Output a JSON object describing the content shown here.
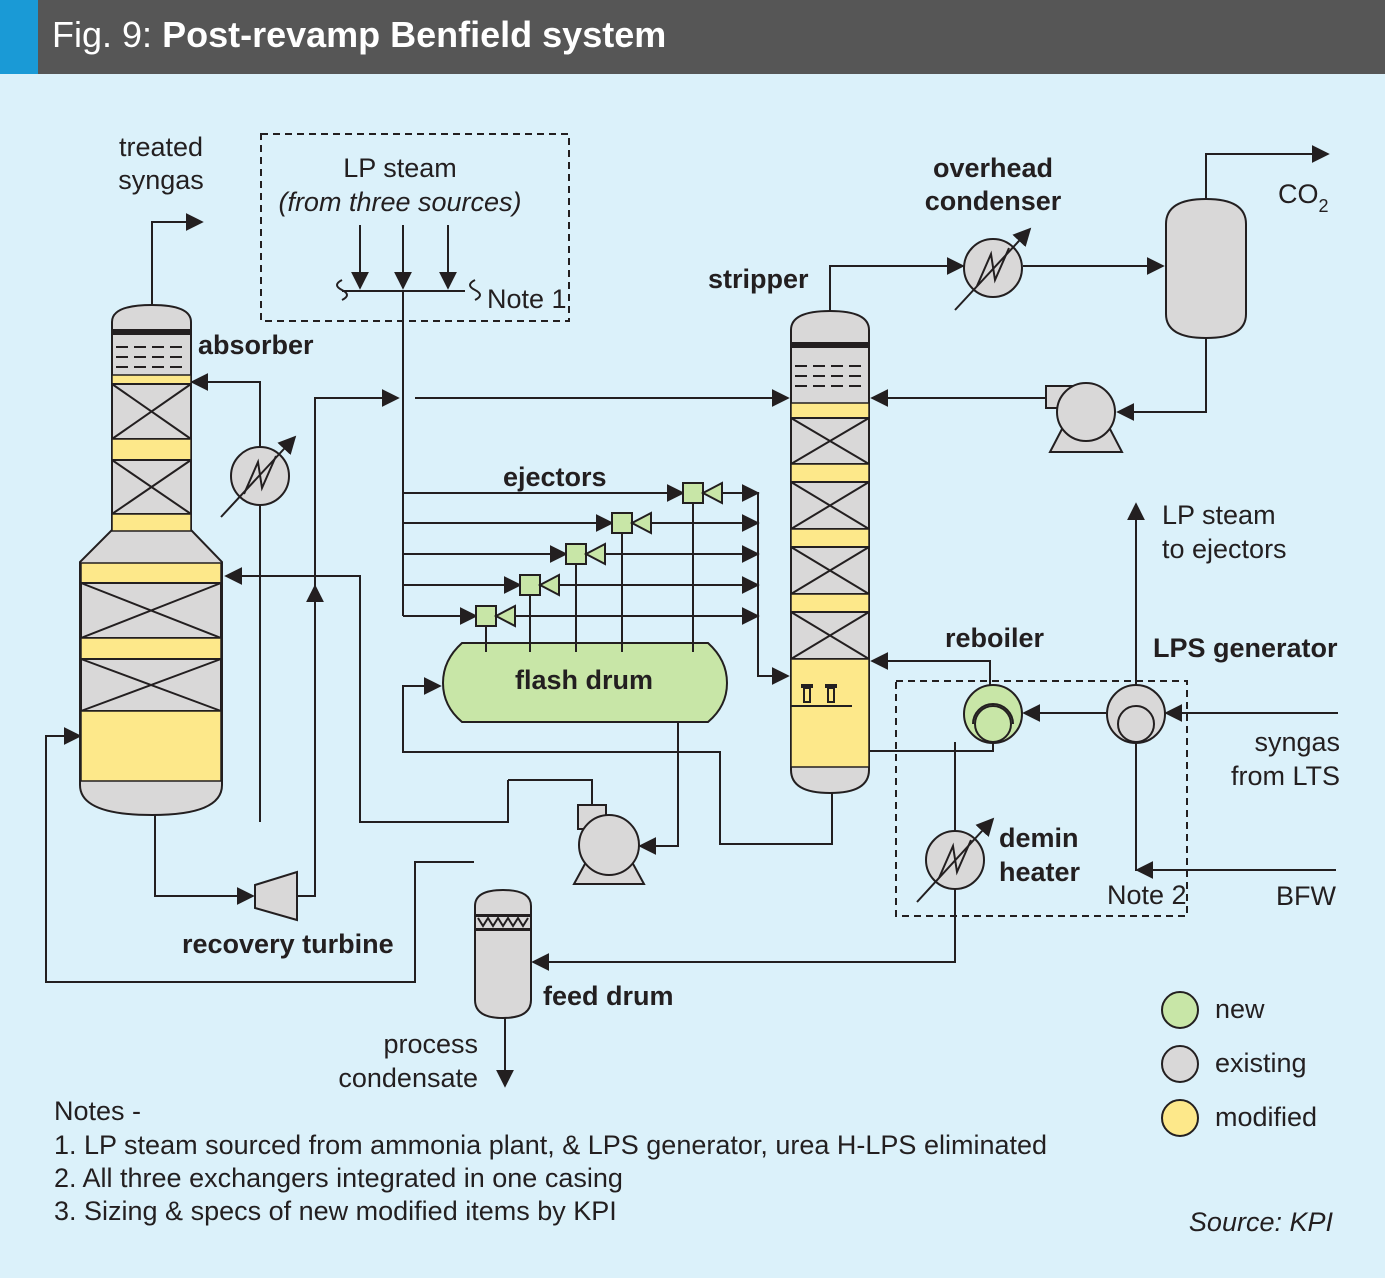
{
  "figure": {
    "number": "Fig. 9:",
    "title": "Post-revamp Benfield system",
    "source": "Source: KPI"
  },
  "labels": {
    "treated_syngas": [
      "treated",
      "syngas"
    ],
    "lp_steam": "LP steam",
    "lp_steam_sources": "(from three sources)",
    "note1": "Note 1",
    "absorber": "absorber",
    "overhead_condenser": [
      "overhead",
      "condenser"
    ],
    "co2": "CO",
    "co2_sub": "2",
    "stripper": "stripper",
    "ejectors": "ejectors",
    "lp_steam_to_ejectors": [
      "LP steam",
      "to ejectors"
    ],
    "flash_drum": "flash drum",
    "reboiler": "reboiler",
    "lps_generator": "LPS generator",
    "syngas_from_lts": [
      "syngas",
      "from LTS"
    ],
    "demin_heater": [
      "demin",
      "heater"
    ],
    "note2": "Note 2",
    "bfw": "BFW",
    "recovery_turbine": "recovery turbine",
    "feed_drum": "feed drum",
    "process_condensate": [
      "process",
      "condensate"
    ]
  },
  "legend": {
    "items": [
      {
        "label": "new",
        "color": "#c8e6a7"
      },
      {
        "label": "existing",
        "color": "#d9d8d8"
      },
      {
        "label": "modified",
        "color": "#fde88a"
      }
    ]
  },
  "notes": {
    "heading": "Notes -",
    "items": [
      "1. LP steam sourced from ammonia plant, & LPS generator, urea H-LPS eliminated",
      "2. All three exchangers integrated in one casing",
      "3. Sizing & specs of new modified items by KPI"
    ]
  }
}
